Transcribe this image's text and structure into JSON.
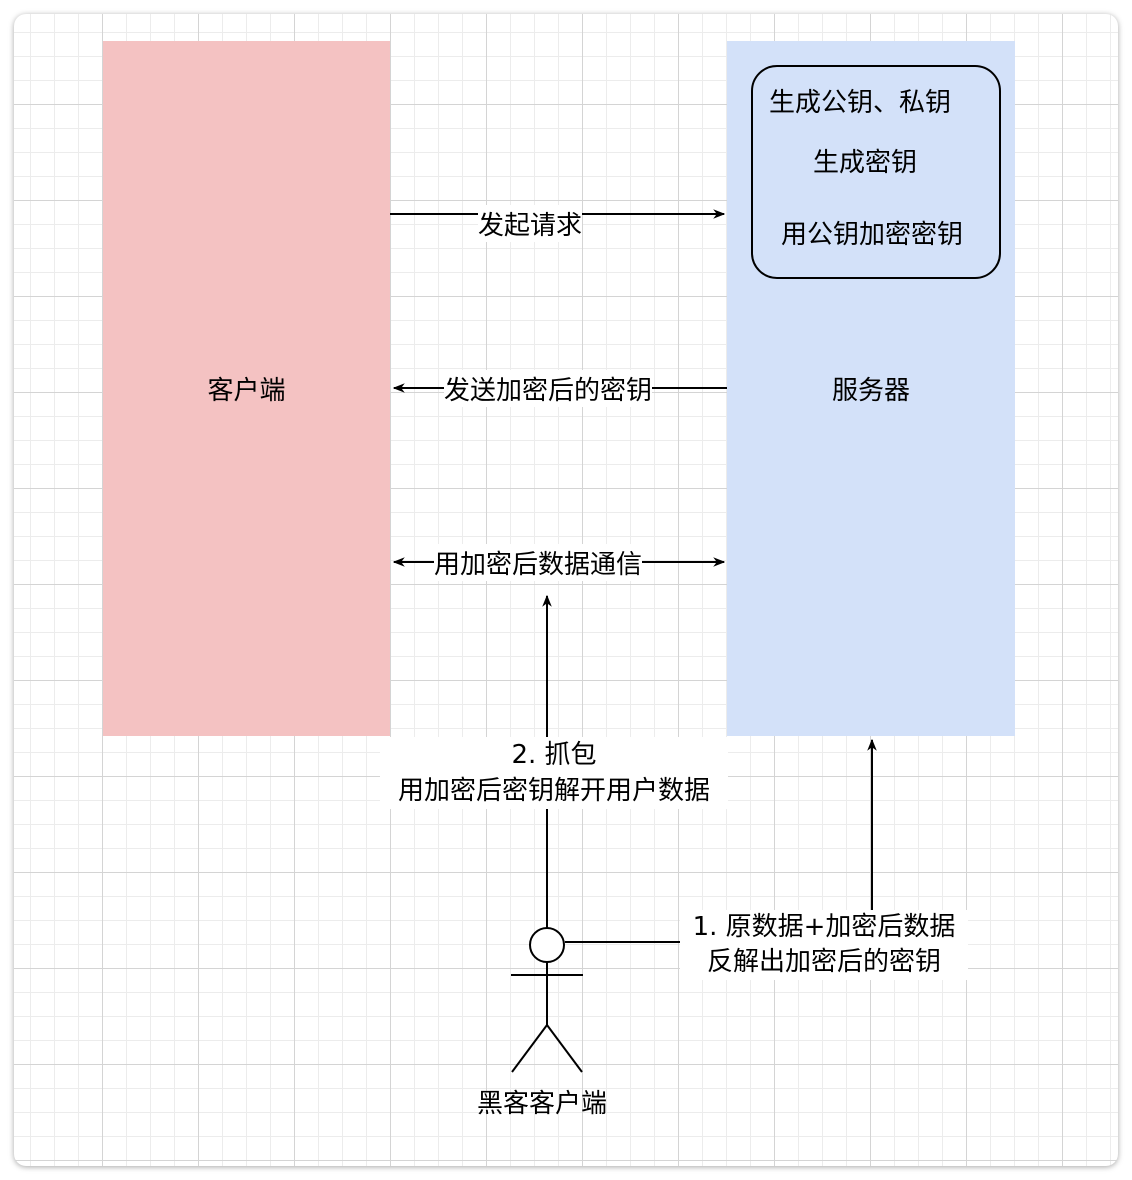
{
  "colors": {
    "client_fill": "#f4c2c2",
    "server_fill": "#d3e1f9",
    "stroke": "#000000",
    "background": "#ffffff"
  },
  "client": {
    "label": "客户端"
  },
  "server": {
    "label": "服务器"
  },
  "server_steps": {
    "line1": "生成公钥、私钥",
    "line2": "生成密钥",
    "line3": "用公钥加密密钥"
  },
  "edges": {
    "request": "发起请求",
    "send_key": "发送加密后的密钥",
    "communicate": "用加密后数据通信",
    "capture_line1": "2. 抓包",
    "capture_line2": "用加密后密钥解开用户数据",
    "raw_line1": "1. 原数据+加密后数据",
    "raw_line2": "反解出加密后的密钥"
  },
  "hacker": {
    "label": "黑客客户端",
    "icon": "stick-figure-actor-icon"
  }
}
